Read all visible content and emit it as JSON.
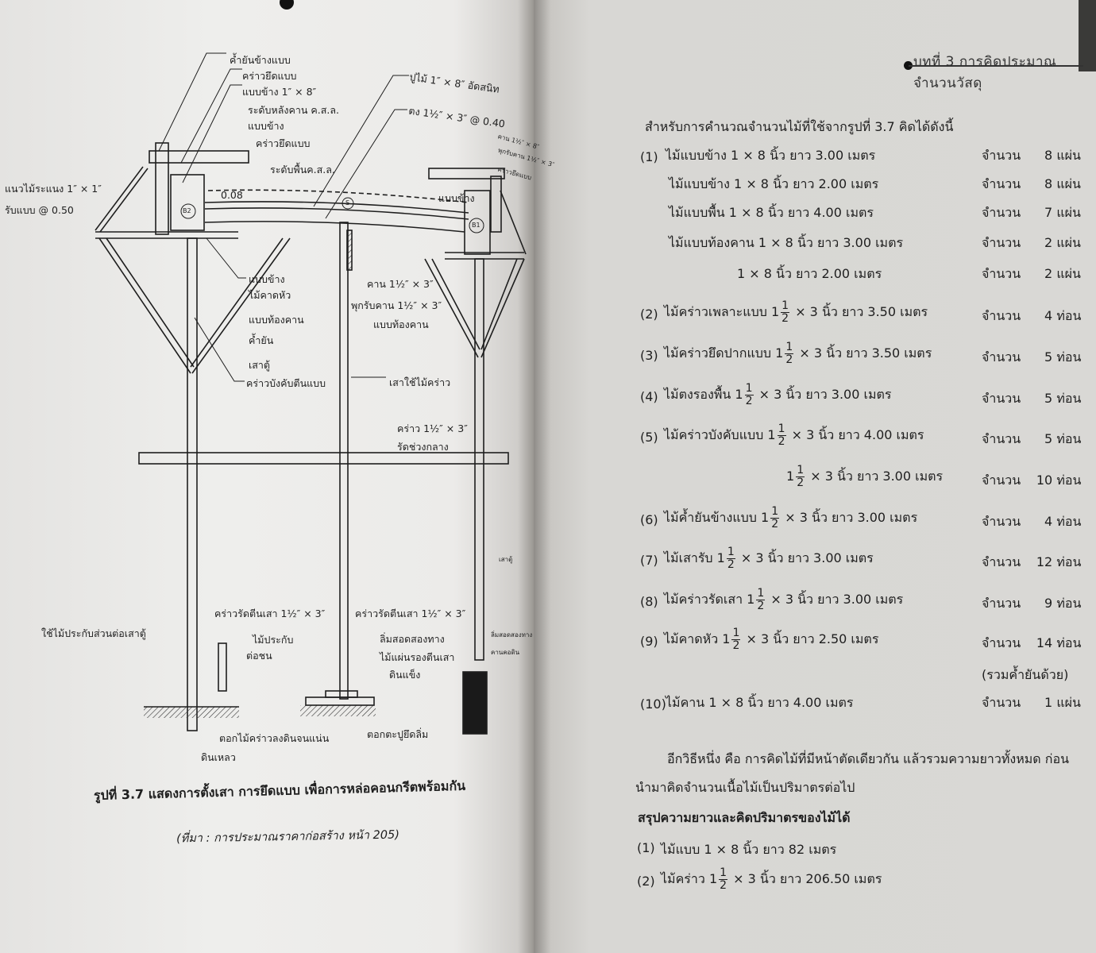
{
  "header": {
    "chapter": "บทที่ 3 การคิดประมาณจำนวนวัสดุ"
  },
  "diagram": {
    "labels": [
      "ค้ำยันข้างแบบ",
      "คร่าวยึดแบบ",
      "แบบข้าง 1″ × 8″",
      "ระดับหลังคาน ค.ส.ล.",
      "แบบข้าง",
      "คร่าวยึดแบบ",
      "ระดับพื้นค.ส.ล.",
      "แนวไม้ระแนง 1″ × 1″",
      "รับแบบ @ 0.50",
      "0.08",
      "ปูไม้ 1″ × 8″ อัดสนิท",
      "ตง 1½″ × 3″ @ 0.40",
      "คาน 1½″ × 8″",
      "พุกรับคาน 1½″ × 3″",
      "คร่าวยึดแบบ",
      "แบบข้าง",
      "แบบข้าง",
      "ไม้คาดหัว",
      "แบบท้องคาน",
      "ค้ำยัน",
      "เสาตู้",
      "คร่าวบังคับตีนแบบ",
      "คาน 1½″ × 3″",
      "พุกรับคาน 1½″ × 3″",
      "แบบท้องคาน",
      "เสาใช้ไม้คร่าว",
      "คร่าว 1½″ × 3″",
      "รัดช่วงกลาง",
      "เสาตู้",
      "คร่าวรัดตีนเสา 1½″ × 3″",
      "ใช้ไม้ประกับส่วนต่อเสาตู้",
      "ไม้ประกับ",
      "ต่อชน",
      "คร่าวรัดตีนเสา 1½″ × 3″",
      "ลิ่มสอดสองทาง",
      "ไม้แผ่นรองตีนเสา",
      "ดินแข็ง",
      "ลิ่มสอดสองทาง",
      "คานคอดิน",
      "ตอกไม้คร่าวลงดินจนแน่น",
      "ดินเหลว",
      "ตอกตะปูยึดลิ่ม",
      "B2",
      "B1",
      "S"
    ],
    "caption": "รูปที่ 3.7 แสดงการตั้งเสา การยึดแบบ เพื่อการหล่อคอนกรีตพร้อมกัน",
    "source": "(ที่มา : การประมาณราคาก่อสร้าง หน้า 205)"
  },
  "body": {
    "intro": "สำหรับการคำนวณจำนวนไม้ที่ใช้จากรูปที่ 3.7 คิดได้ดังนี้",
    "items": [
      {
        "num": "(1)",
        "name": "ไม้แบบข้าง",
        "whole": "1 × 8",
        "frac": null,
        "rest": "นิ้ว ยาว 3.00 เมตร",
        "ql": "จำนวน",
        "q": "8",
        "u": "แผ่น"
      },
      {
        "num": "",
        "name": "ไม้แบบข้าง",
        "whole": "1 × 8",
        "frac": null,
        "rest": "นิ้ว ยาว 2.00 เมตร",
        "ql": "จำนวน",
        "q": "8",
        "u": "แผ่น"
      },
      {
        "num": "",
        "name": "ไม้แบบพื้น",
        "whole": "1 × 8",
        "frac": null,
        "rest": "นิ้ว ยาว 4.00 เมตร",
        "ql": "จำนวน",
        "q": "7",
        "u": "แผ่น"
      },
      {
        "num": "",
        "name": "ไม้แบบท้องคาน",
        "whole": "1 × 8",
        "frac": null,
        "rest": "นิ้ว ยาว 3.00 เมตร",
        "ql": "จำนวน",
        "q": "2",
        "u": "แผ่น"
      },
      {
        "num": "",
        "name": "",
        "whole": "1 × 8",
        "frac": null,
        "rest": "นิ้ว ยาว 2.00 เมตร",
        "ql": "จำนวน",
        "q": "2",
        "u": "แผ่น"
      },
      {
        "num": "(2)",
        "name": "ไม้คร่าวเพลาะแบบ",
        "whole": "1",
        "frac": [
          "1",
          "2"
        ],
        "rest": "× 3 นิ้ว ยาว 3.50 เมตร",
        "ql": "จำนวน",
        "q": "4",
        "u": "ท่อน"
      },
      {
        "num": "(3)",
        "name": "ไม้คร่าวยึดปากแบบ",
        "whole": "1",
        "frac": [
          "1",
          "2"
        ],
        "rest": "× 3 นิ้ว ยาว 3.50 เมตร",
        "ql": "จำนวน",
        "q": "5",
        "u": "ท่อน"
      },
      {
        "num": "(4)",
        "name": "ไม้ตงรองพื้น",
        "whole": "1",
        "frac": [
          "1",
          "2"
        ],
        "rest": "× 3 นิ้ว ยาว 3.00 เมตร",
        "ql": "จำนวน",
        "q": "5",
        "u": "ท่อน"
      },
      {
        "num": "(5)",
        "name": "ไม้คร่าวบังคับแบบ",
        "whole": "1",
        "frac": [
          "1",
          "2"
        ],
        "rest": "× 3 นิ้ว ยาว 4.00 เมตร",
        "ql": "จำนวน",
        "q": "5",
        "u": "ท่อน"
      },
      {
        "num": "",
        "name": "",
        "whole": "1",
        "frac": [
          "1",
          "2"
        ],
        "rest": "× 3 นิ้ว ยาว 3.00 เมตร",
        "ql": "จำนวน",
        "q": "10",
        "u": "ท่อน"
      },
      {
        "num": "(6)",
        "name": "ไม้ค้ำยันข้างแบบ",
        "whole": "1",
        "frac": [
          "1",
          "2"
        ],
        "rest": "× 3 นิ้ว ยาว 3.00 เมตร",
        "ql": "จำนวน",
        "q": "4",
        "u": "ท่อน"
      },
      {
        "num": "(7)",
        "name": "ไม้เสารับ",
        "whole": "1",
        "frac": [
          "1",
          "2"
        ],
        "rest": "× 3 นิ้ว ยาว 3.00 เมตร",
        "ql": "จำนวน",
        "q": "12",
        "u": "ท่อน"
      },
      {
        "num": "(8)",
        "name": "ไม้คร่าวรัดเสา",
        "whole": "1",
        "frac": [
          "1",
          "2"
        ],
        "rest": "× 3 นิ้ว ยาว 3.00 เมตร",
        "ql": "จำนวน",
        "q": "9",
        "u": "ท่อน"
      },
      {
        "num": "(9)",
        "name": "ไม้คาดหัว",
        "whole": "1",
        "frac": [
          "1",
          "2"
        ],
        "rest": "× 3 นิ้ว ยาว 2.50 เมตร",
        "ql": "จำนวน",
        "q": "14",
        "u": "ท่อน"
      },
      {
        "num": "(10)",
        "name": "ไม้คาน",
        "whole": "1 × 8",
        "frac": null,
        "rest": "นิ้ว ยาว 4.00 เมตร",
        "ql": "จำนวน",
        "q": "1",
        "u": "แผ่น"
      }
    ],
    "note9": "(รวมค้ำยันด้วย)",
    "para1": "อีกวิธีหนึ่ง คือ การคิดไม้ที่มีหน้าตัดเดียวกัน แล้วรวมความยาวทั้งหมด ก่อน",
    "para2": "นำมาคิดจำนวนเนื้อไม้เป็นปริมาตรต่อไป",
    "summary_title": "สรุปความยาวและคิดปริมาตรของไม้ได้",
    "summary": [
      {
        "num": "(1)",
        "name": "ไม้แบบ",
        "whole": "1 × 8",
        "frac": null,
        "rest": "นิ้ว ยาว 82 เมตร"
      },
      {
        "num": "(2)",
        "name": "ไม้คร่าว",
        "whole": "1",
        "frac": [
          "1",
          "2"
        ],
        "rest": "× 3 นิ้ว ยาว 206.50 เมตร"
      }
    ]
  }
}
